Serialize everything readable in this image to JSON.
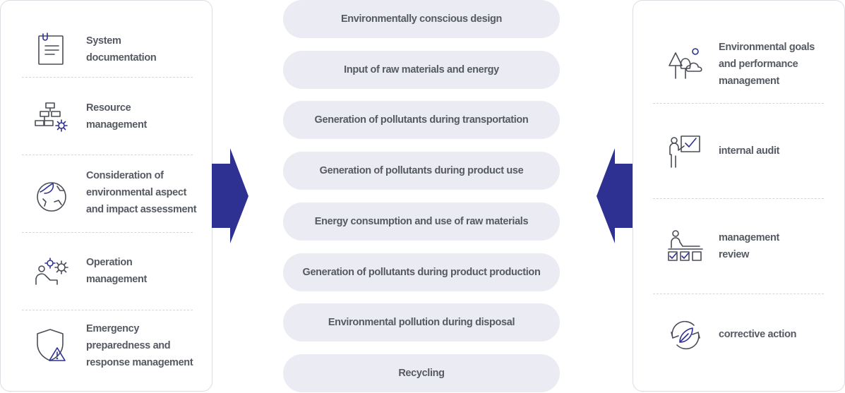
{
  "left_items": [
    {
      "lines": [
        "System",
        "documentation"
      ],
      "icon": "document-clip-icon"
    },
    {
      "lines": [
        "Resource",
        "management"
      ],
      "icon": "org-chart-gear-icon"
    },
    {
      "lines": [
        "Consideration of",
        "environmental aspect",
        "and impact assessment"
      ],
      "icon": "globe-leaf-icon"
    },
    {
      "lines": [
        "Operation",
        "management"
      ],
      "icon": "person-gears-icon"
    },
    {
      "lines": [
        "Emergency",
        "preparedness and",
        "response management"
      ],
      "icon": "shield-warning-icon"
    }
  ],
  "center_items": [
    "Environmentally conscious design",
    "Input of raw materials and energy",
    "Generation of pollutants during transportation",
    "Generation of pollutants during product use",
    "Energy consumption and use of raw materials",
    "Generation of pollutants during product production",
    "Environmental pollution during disposal",
    "Recycling"
  ],
  "right_items": [
    {
      "lines": [
        "Environmental goals",
        "and performance",
        "management"
      ],
      "icon": "trees-cloud-icon"
    },
    {
      "lines": [
        "internal audit"
      ],
      "icon": "presenter-checkbox-icon"
    },
    {
      "lines": [
        "management",
        "review"
      ],
      "icon": "person-checklist-icon"
    },
    {
      "lines": [
        "corrective action"
      ],
      "icon": "recycle-leaf-icon"
    }
  ],
  "colors": {
    "accent": "#2e3192",
    "icon_stroke": "#4a4d57",
    "pill_bg": "#ebebf3",
    "text": "#555a63"
  }
}
